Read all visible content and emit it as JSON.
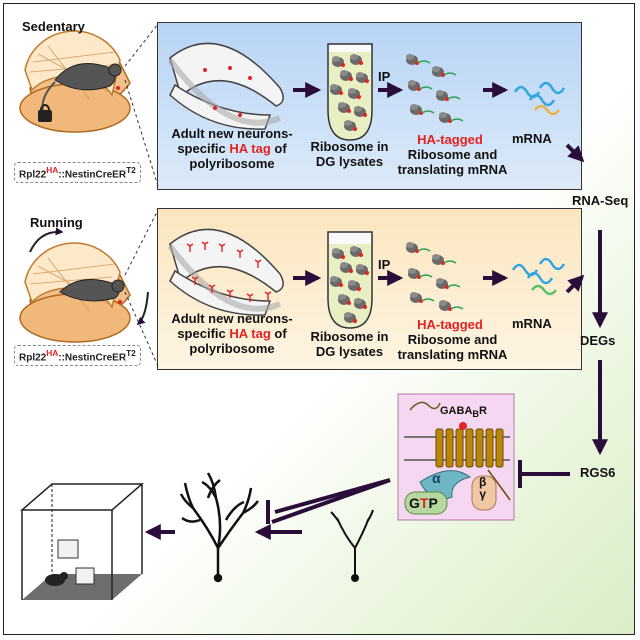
{
  "conditions": {
    "sedentary": {
      "title": "Sedentary",
      "genotype_prefix": "Rpl22",
      "genotype_sup1": "HA",
      "genotype_mid": "::NestinCreER",
      "genotype_sup2": "T2"
    },
    "running": {
      "title": "Running",
      "genotype_prefix": "Rpl22",
      "genotype_sup1": "HA",
      "genotype_mid": "::NestinCreER",
      "genotype_sup2": "T2"
    }
  },
  "steps": {
    "neurons_line1": "Adult new neurons-",
    "neurons_line2_a": "specific ",
    "neurons_line2_red": "HA tag",
    "neurons_line2_b": " of",
    "neurons_line3": "polyribosome",
    "lysate_line1": "Ribosome in",
    "lysate_line2": "DG lysates",
    "ip": "IP",
    "ha_tagged": "HA-tagged",
    "ribo_line1": "Ribosome and",
    "ribo_line2": "translating mRNA",
    "mrna": "mRNA"
  },
  "pipeline": {
    "rnaseq": "RNA-Seq",
    "degs": "DEGs",
    "rgs6": "RGS6"
  },
  "receptor": {
    "name_a": "GABA",
    "name_sub": "B",
    "name_b": "R",
    "alpha": "α",
    "beta": "β",
    "gamma": "γ",
    "gtp_g": "G",
    "gtp_t": "T",
    "gtp_p": "P"
  },
  "colors": {
    "accent_red": "#e32222",
    "arrow": "#2a0d3a",
    "blue_panel": "#c6dcf6",
    "yellow_panel": "#fbe8c4",
    "receptor_box": "#f4d6f0"
  }
}
